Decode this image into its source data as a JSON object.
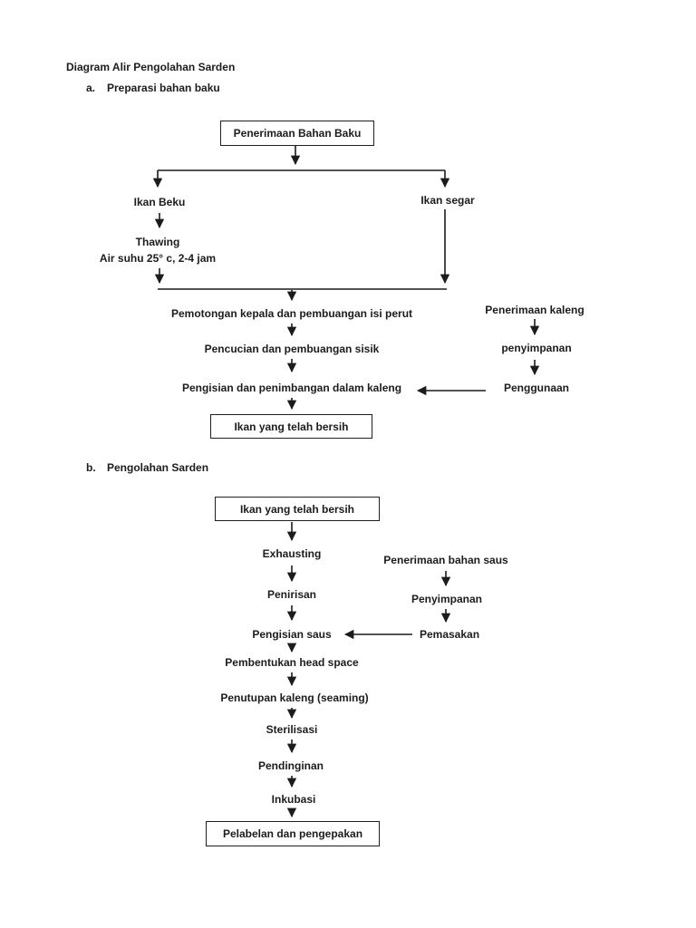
{
  "doc": {
    "title": "Diagram Alir Pengolahan Sarden",
    "section_a": {
      "index": "a.",
      "title": "Preparasi bahan baku"
    },
    "section_b": {
      "index": "b.",
      "title": "Pengolahan Sarden"
    }
  },
  "flow_a": {
    "box_penerimaan_bahan_baku": "Penerimaan Bahan Baku",
    "ikan_beku": "Ikan Beku",
    "ikan_segar": "Ikan segar",
    "thawing": "Thawing",
    "thawing_note": "Air suhu 25° c, 2-4 jam",
    "pemotongan": "Pemotongan kepala dan pembuangan isi perut",
    "pencucian": "Pencucian dan pembuangan sisik",
    "pengisian": "Pengisian dan penimbangan dalam kaleng",
    "box_ikan_bersih": "Ikan yang telah bersih",
    "penerimaan_kaleng": "Penerimaan kaleng",
    "penyimpanan": "penyimpanan",
    "penggunaan": "Penggunaan"
  },
  "flow_b": {
    "box_ikan_bersih": "Ikan yang telah bersih",
    "exhausting": "Exhausting",
    "penirisan": "Penirisan",
    "pengisian_saus": "Pengisian saus",
    "pembentukan_head_space": "Pembentukan head space",
    "penutupan_kaleng": "Penutupan kaleng (seaming)",
    "sterilisasi": "Sterilisasi",
    "pendinginan": "Pendinginan",
    "inkubasi": "Inkubasi",
    "box_pelabelan": "Pelabelan dan pengepakan",
    "penerimaan_bahan_saus": "Penerimaan bahan saus",
    "penyimpanan": "Penyimpanan",
    "pemasakan": "Pemasakan"
  },
  "colors": {
    "ink": "#1c1c1c",
    "paper": "#ffffff"
  }
}
